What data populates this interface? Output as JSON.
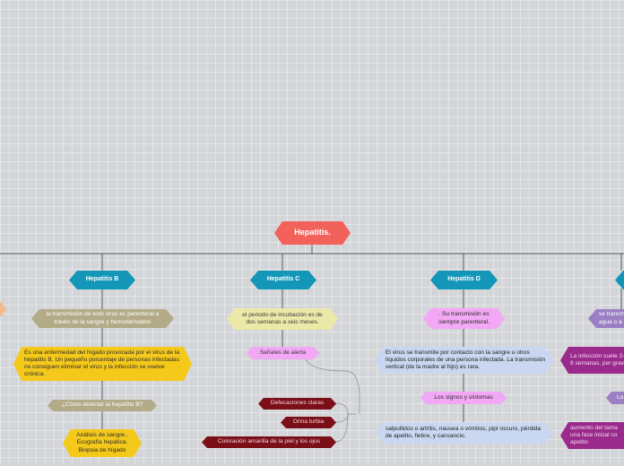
{
  "root": {
    "label": "Hepatitis.",
    "color": "#f2625a"
  },
  "branches": {
    "b": {
      "label": "Hepatitis B",
      "color": "#1496b8"
    },
    "c": {
      "label": "Hepatitis C",
      "color": "#1496b8"
    },
    "d": {
      "label": "Hepatitis D",
      "color": "#1496b8"
    }
  },
  "nodes_b": {
    "transmission": "la transmisión de este virus es parenteral a través de la sangre y hemoderivados",
    "definition": "Es una enfermedad del hígado provocada por el virus de la hepatitis B. Un pequeño porcentaje de personas infectadas no consiguen eliminar el virus y la infección se vuelve crónica.",
    "detect_question": "¿Cómo detectar la hepatitis B?",
    "tests": "Análisis de sangre.. Ecografía hepática. Biopsia de hígado"
  },
  "nodes_c": {
    "incubation": "el periodo de incubación es de dos semanas a seis meses.",
    "warning_signs": "Señales de alerta",
    "sign_1": "Defecaciones claras",
    "sign_2": "Orina turbia",
    "sign_3": "Coloración amarilla de la piel y los ojos"
  },
  "nodes_d": {
    "transmission": ". Su transmisión es siempre parenteral.",
    "contact": "El virus se transmite por contacto con la sangre u otros líquidos corporales de una persona infectada. La transmisión vertical (de la madre al hijo) es rara.",
    "symptoms_title": "Los signos y síntomas",
    "symptoms": "salpullidos o artritis, nausea o vómitos, pipí oscuro, pérdida de apetito, fiebre, y cansancio."
  },
  "nodes_e_partial": {
    "top": "se transm agua o a",
    "infection": "La infección suele 2-8 semanas, per grave",
    "small": "Lo",
    "growth": "aumento del tama una fase inicial co apetito"
  },
  "colors": {
    "line": "#5a5f66",
    "khaki": "#b3ab87",
    "pale_yellow": "#ece9a8",
    "yellow": "#f5c91a",
    "pink": "#f2a8f4",
    "dark_red": "#7b0f18",
    "light_blue": "#c9d8f0",
    "purple_light": "#9b7fc4",
    "magenta": "#9a2b8c",
    "orange_stub": "#f5b98a"
  }
}
